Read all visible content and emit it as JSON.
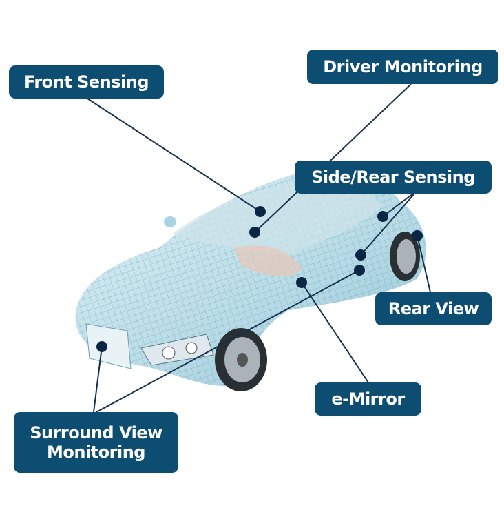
{
  "labels": {
    "front_sensing": "Front Sensing",
    "driver_monitoring": "Driver Monitoring",
    "side_rear_sensing": "Side/Rear Sensing",
    "rear_view": "Rear View",
    "e_mirror": "e-Mirror",
    "surround_view": "Surround View Monitoring"
  },
  "colors": {
    "label_bg": "#0e4d72",
    "dot": "#0b2545",
    "line": "#14304d"
  }
}
